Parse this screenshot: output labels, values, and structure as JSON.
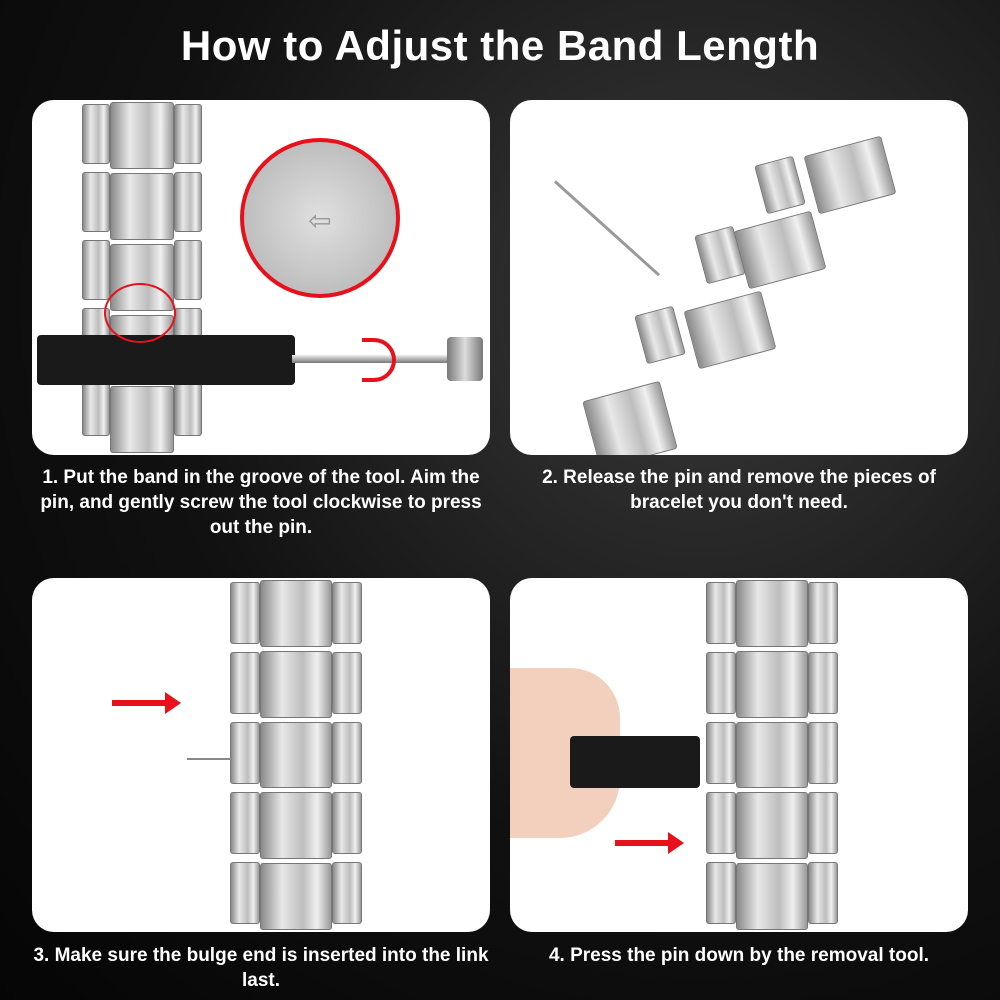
{
  "title": "How to Adjust the Band Length",
  "steps": [
    {
      "caption": "1. Put the band in the groove of the tool. Aim the pin, and gently screw the tool clockwise to press out the pin."
    },
    {
      "caption": "2. Release the pin and remove the pieces of bracelet you don't need."
    },
    {
      "caption": "3. Make sure the bulge end is inserted into the link last."
    },
    {
      "caption": "4. Press the pin down by the removal tool."
    }
  ],
  "colors": {
    "accent": "#e8111b",
    "background": "#111111",
    "panel": "#ffffff"
  }
}
